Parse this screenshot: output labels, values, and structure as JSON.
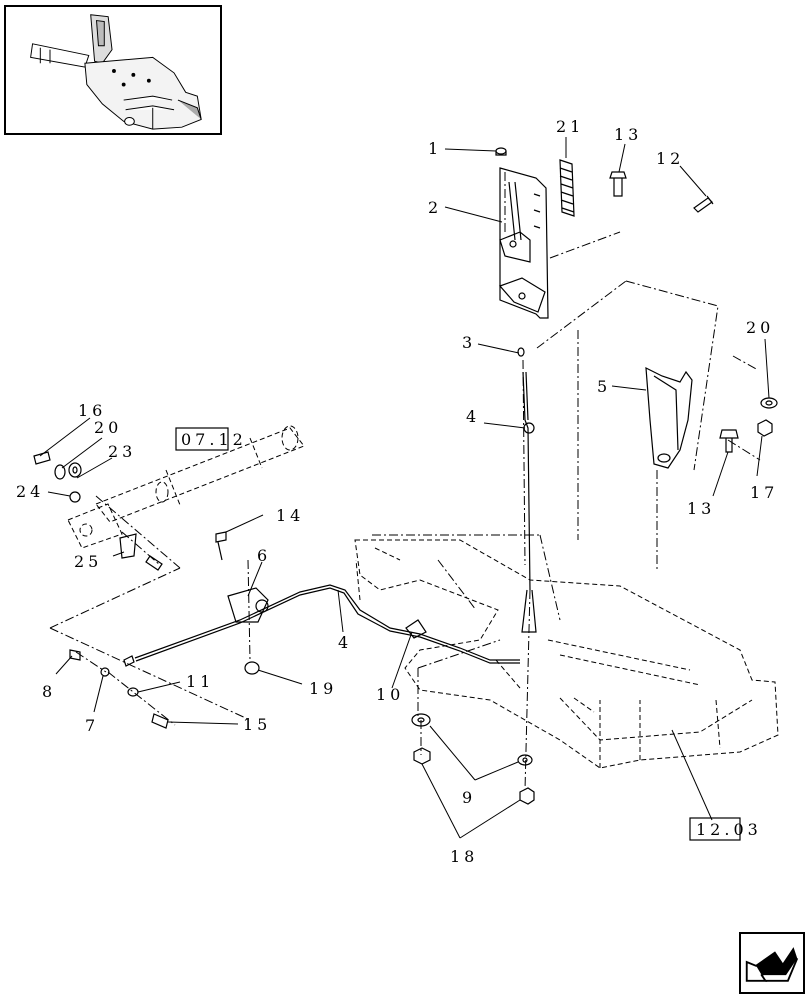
{
  "callouts": {
    "c1": "1",
    "c2": "2",
    "c3": "3",
    "c4a": "4",
    "c4b": "4",
    "c5": "5",
    "c6": "6",
    "c7": "7",
    "c8": "8",
    "c9": "9",
    "c10": "10",
    "c11": "11",
    "c12": "12",
    "c13a": "13",
    "c13b": "13",
    "c14": "14",
    "c15": "15",
    "c16": "16",
    "c17": "17",
    "c18": "18",
    "c19": "19",
    "c20a": "20",
    "c20b": "20",
    "c21": "21",
    "c23": "23",
    "c24": "24",
    "c25": "25"
  },
  "refs": {
    "ref_0712": "07.12",
    "ref_1203": "12.03"
  },
  "icons": {
    "thumbnail": "machine-overview-thumbnail",
    "navigation": "arrow-back-icon"
  }
}
